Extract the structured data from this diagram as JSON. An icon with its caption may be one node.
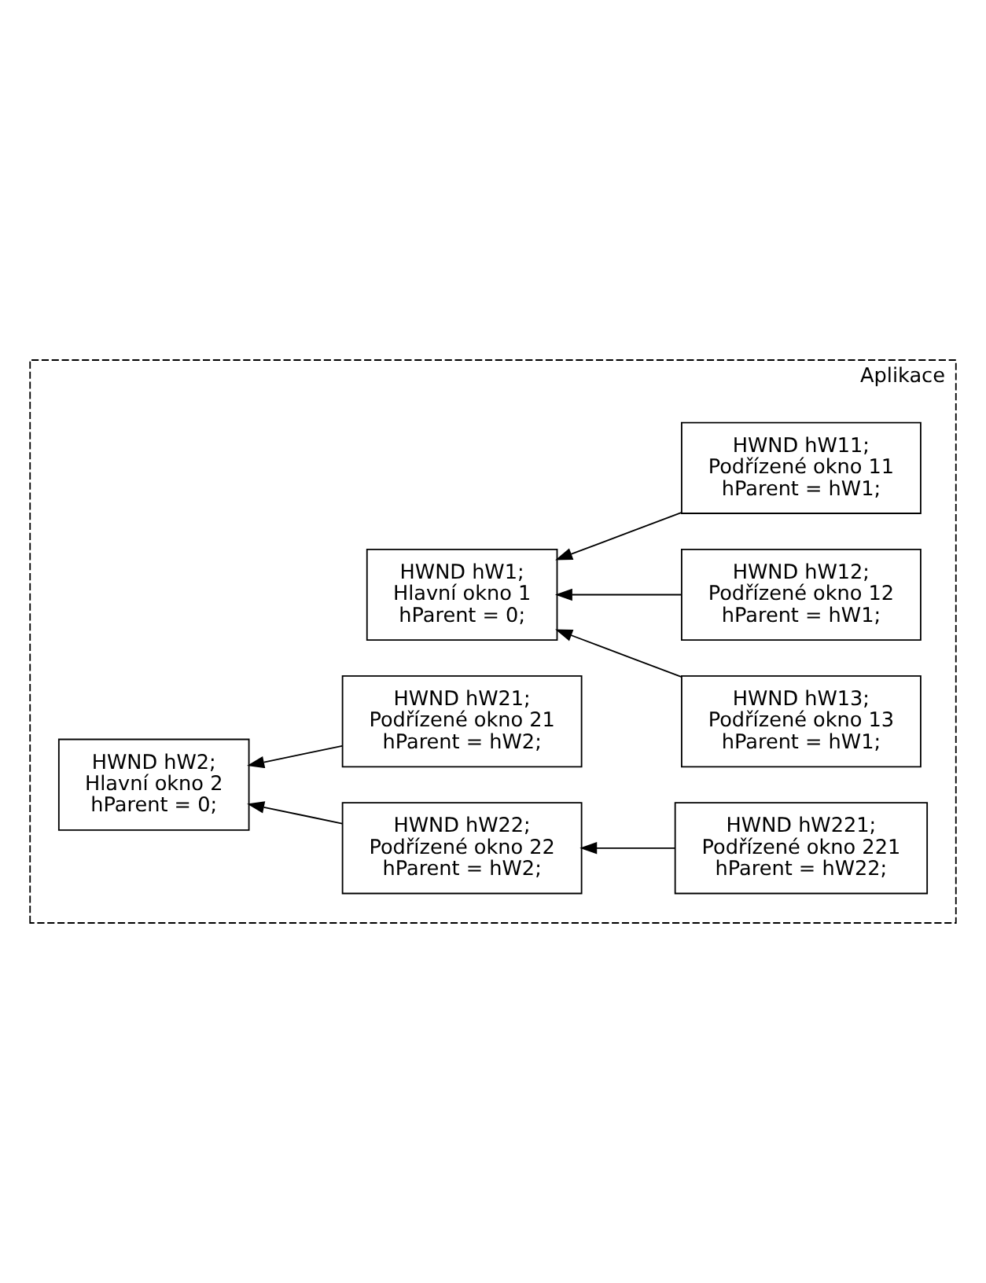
{
  "diagram": {
    "nodes": [
      {
        "text": [
          "Aplikace"
        ]
      },
      {
        "text": [
          "HWND hW1;",
          "Hlavní okno 1",
          "hParent = 0;"
        ],
        "in": 0
      },
      {
        "text": [
          "HWND hW11;",
          "Podřízené okno 11",
          "hParent = hW1;"
        ],
        "in": 0
      },
      {
        "text": [
          "HWND hW12;",
          "Podřízené okno 12",
          "hParent = hW1;"
        ],
        "in": 0
      },
      {
        "text": [
          "HWND hW13;",
          "Podřízené okno 13",
          "hParent = hW1;"
        ],
        "in": 0
      },
      {
        "text": [
          "HWND hW2;",
          "Hlavní okno 2",
          "hParent = 0;"
        ],
        "in": 0
      },
      {
        "text": [
          "HWND hW21;",
          "Podřízené okno 21",
          "hParent = hW2;"
        ],
        "in": 0
      },
      {
        "text": [
          "HWND hW22;",
          "Podřízené okno 22",
          "hParent = hW2;"
        ],
        "in": 0
      },
      {
        "text": [
          "HWND hW221;",
          "Podřízené okno 221",
          "hParent = hW22;"
        ],
        "in": 0
      }
    ],
    "edges": [
      {
        "from": 2,
        "to": 1,
        "arrow": "to"
      },
      {
        "from": 3,
        "to": 1,
        "arrow": "to"
      },
      {
        "from": 4,
        "to": 1,
        "arrow": "to"
      },
      {
        "from": 6,
        "to": 5,
        "arrow": "to"
      },
      {
        "from": 7,
        "to": 5,
        "arrow": "to"
      },
      {
        "from": 8,
        "to": 7,
        "arrow": "to"
      }
    ]
  }
}
